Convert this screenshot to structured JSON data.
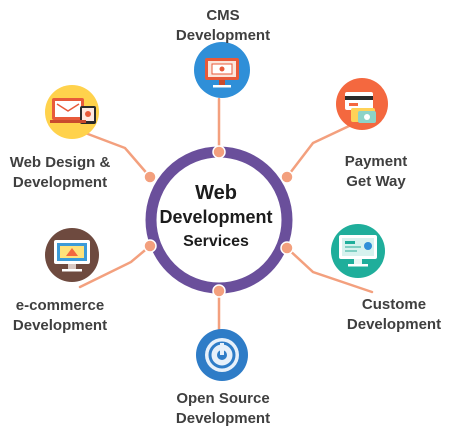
{
  "hub": {
    "title_line1": "Web",
    "title_line2": "Development",
    "title_line3": "Services"
  },
  "services": [
    {
      "label_lines": [
        "CMS",
        "Development"
      ],
      "icon": "cms-monitor-icon"
    },
    {
      "label_lines": [
        "Payment",
        "Get Way"
      ],
      "icon": "payment-cards-icon"
    },
    {
      "label_lines": [
        "Custome",
        "Development"
      ],
      "icon": "custom-dev-monitor-icon"
    },
    {
      "label_lines": [
        "Open Source",
        "Development"
      ],
      "icon": "open-source-icon"
    },
    {
      "label_lines": [
        "e-commerce",
        "Development"
      ],
      "icon": "ecommerce-monitor-icon"
    },
    {
      "label_lines": [
        "Web Design &",
        "Development"
      ],
      "icon": "web-design-devices-icon"
    }
  ],
  "colors": {
    "ring": "#6a4f9b",
    "connector": "#f3a07e",
    "node_dot": "#f3a07e",
    "label_text": "#3f3f3f"
  }
}
